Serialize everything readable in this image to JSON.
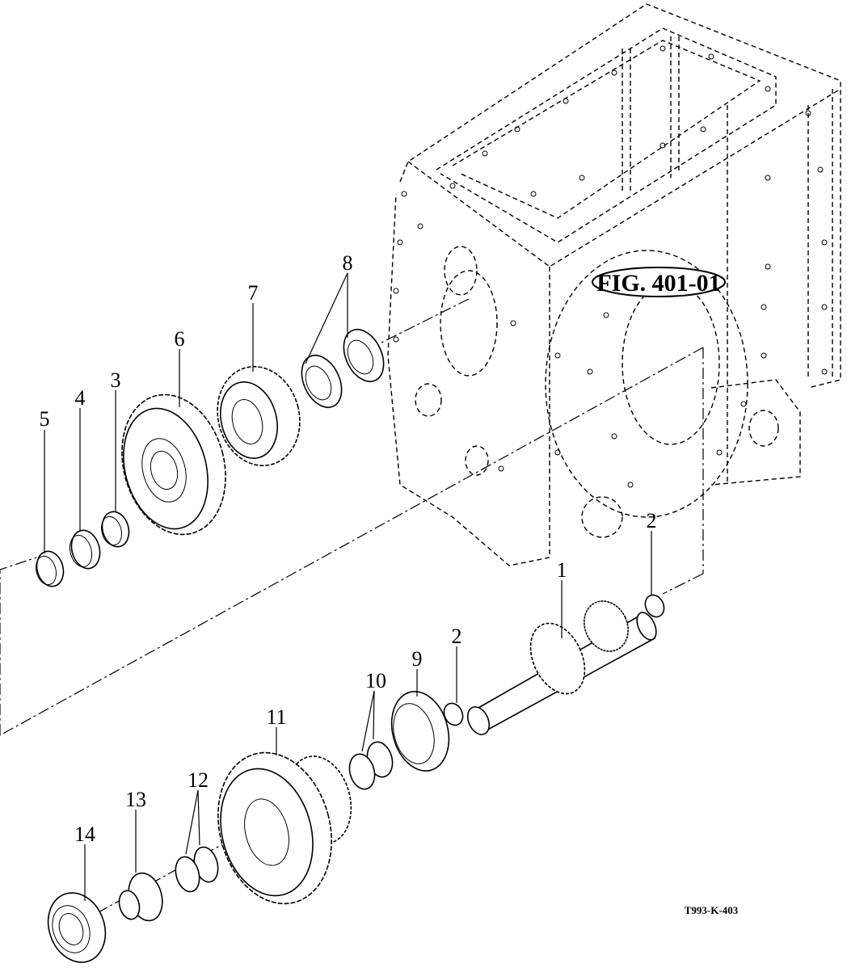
{
  "figure": {
    "reference_label": "FIG. 401-01",
    "drawing_code": "T993-K-403",
    "housing": "transmission-housing"
  },
  "callouts": [
    {
      "id": "c1",
      "number": "1",
      "part": "shaft"
    },
    {
      "id": "c2a",
      "number": "2",
      "part": "ring-right"
    },
    {
      "id": "c2b",
      "number": "2",
      "part": "ring-center"
    },
    {
      "id": "c3",
      "number": "3",
      "part": "needle-bearing"
    },
    {
      "id": "c4",
      "number": "4",
      "part": "spacer"
    },
    {
      "id": "c5",
      "number": "5",
      "part": "needle-bearing"
    },
    {
      "id": "c6",
      "number": "6",
      "part": "gear-large"
    },
    {
      "id": "c7",
      "number": "7",
      "part": "gear-small"
    },
    {
      "id": "c8",
      "number": "8",
      "part": "ball-bearings"
    },
    {
      "id": "c9",
      "number": "9",
      "part": "synchro-hub"
    },
    {
      "id": "c10",
      "number": "10",
      "part": "needle-bearings"
    },
    {
      "id": "c11",
      "number": "11",
      "part": "cluster-gear"
    },
    {
      "id": "c12",
      "number": "12",
      "part": "needle-bearings"
    },
    {
      "id": "c13",
      "number": "13",
      "part": "flanged-bushing"
    },
    {
      "id": "c14",
      "number": "14",
      "part": "ball-bearing"
    }
  ]
}
